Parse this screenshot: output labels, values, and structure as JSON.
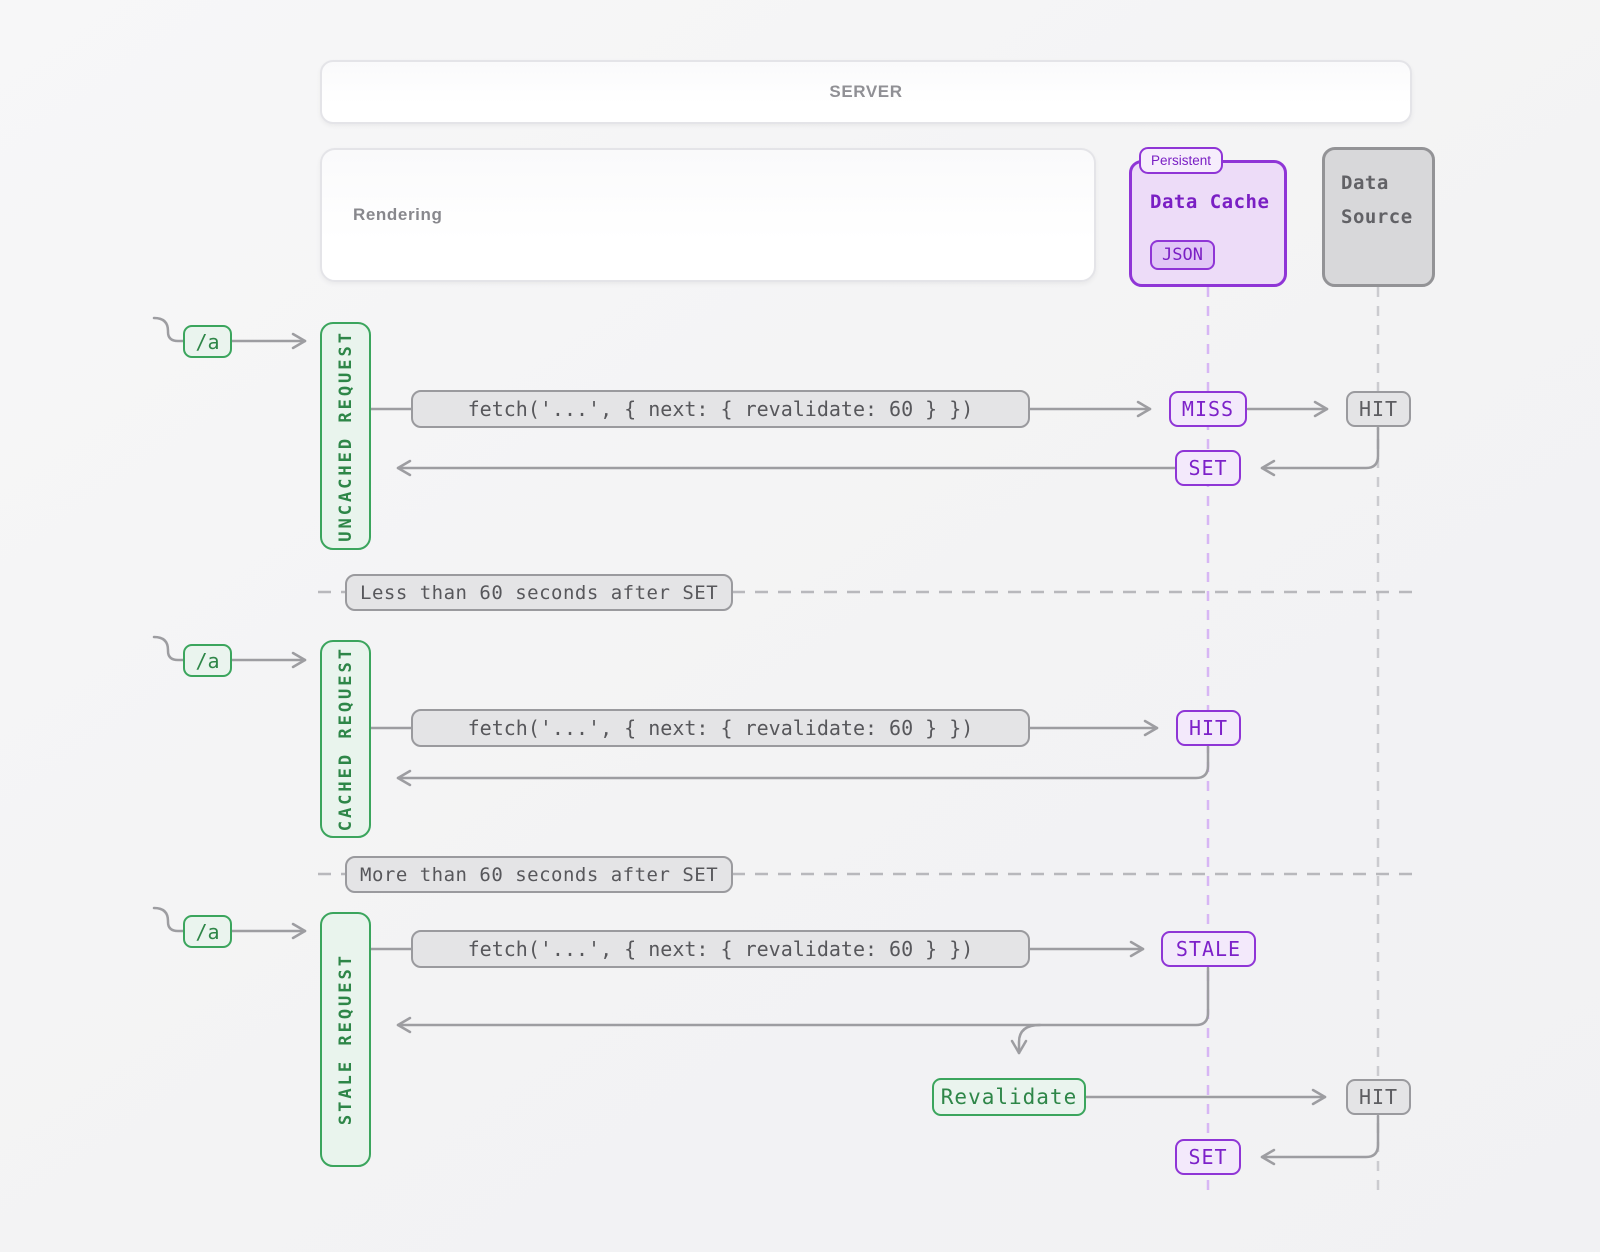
{
  "server": {
    "title": "SERVER"
  },
  "rendering": {
    "title": "Rendering"
  },
  "data_cache": {
    "tag": "Persistent",
    "title": "Data Cache",
    "format_badge": "JSON"
  },
  "data_source": {
    "title": "Data Source"
  },
  "dividers": [
    {
      "label": "Less than 60 seconds after SET"
    },
    {
      "label": "More than 60 seconds after SET"
    }
  ],
  "lanes": [
    {
      "route": "/a",
      "label": "UNCACHED REQUEST",
      "fetch_call": "fetch('...', { next: { revalidate: 60 } })",
      "cache_result": "MISS",
      "source_result": "HIT",
      "cache_write": "SET"
    },
    {
      "route": "/a",
      "label": "CACHED REQUEST",
      "fetch_call": "fetch('...', { next: { revalidate: 60 } })",
      "cache_result": "HIT"
    },
    {
      "route": "/a",
      "label": "STALE REQUEST",
      "fetch_call": "fetch('...', { next: { revalidate: 60 } })",
      "cache_result": "STALE",
      "revalidate_label": "Revalidate",
      "source_result": "HIT",
      "cache_write": "SET"
    }
  ],
  "colors": {
    "green_accent": "#3ba55d",
    "purple_accent": "#8f35d6",
    "purple_text": "#7a1fc4",
    "gray_line": "#9d9da1",
    "purple_lifeline": "#d7b6f4",
    "gray_lifeline": "#cbcbcf"
  }
}
